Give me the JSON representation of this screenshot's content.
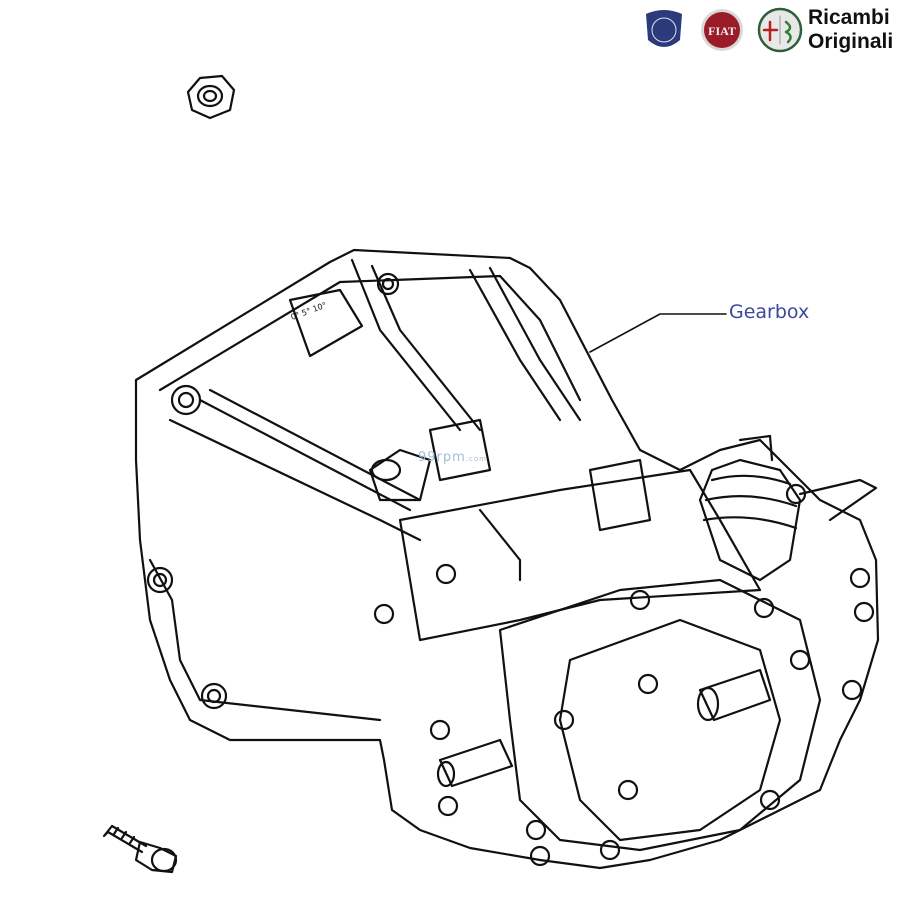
{
  "brand": {
    "logos": [
      "Lancia",
      "Fiat",
      "Alfa Romeo"
    ],
    "logo_colors": {
      "lancia": "#2a3a7a",
      "fiat": "#9a1c28",
      "alfa": "#2f5f3a"
    },
    "text_line1": "Ricambi",
    "text_line2": "Originali"
  },
  "callout": {
    "label": "Gearbox",
    "color": "#3a4a9a"
  },
  "watermark": {
    "main": "99rpm",
    "suffix": ".com"
  }
}
